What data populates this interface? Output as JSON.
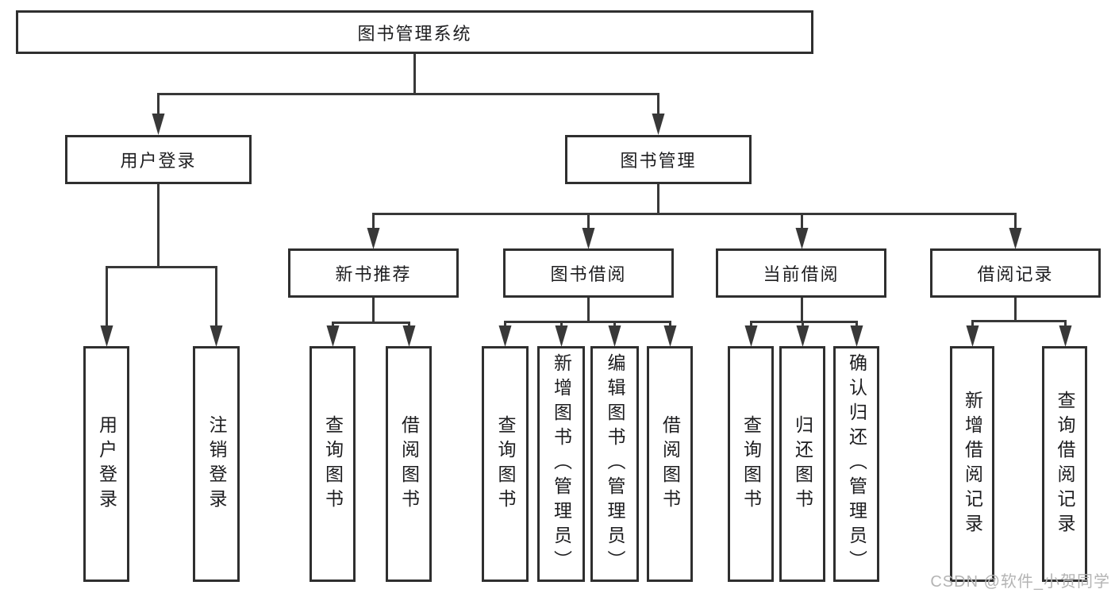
{
  "diagram": {
    "title": "图书管理系统",
    "type": "hierarchy-tree"
  },
  "tree": {
    "root": {
      "label": "图书管理系统"
    },
    "level2": [
      {
        "label": "用户登录"
      },
      {
        "label": "图书管理"
      }
    ],
    "level3": [
      {
        "label": "新书推荐",
        "parent": "图书管理"
      },
      {
        "label": "图书借阅",
        "parent": "图书管理"
      },
      {
        "label": "当前借阅",
        "parent": "图书管理"
      },
      {
        "label": "借阅记录",
        "parent": "图书管理"
      }
    ],
    "leaves": [
      {
        "label": "用户登录",
        "parent": "用户登录"
      },
      {
        "label": "注销登录",
        "parent": "用户登录"
      },
      {
        "label": "查询图书",
        "parent": "新书推荐"
      },
      {
        "label": "借阅图书",
        "parent": "新书推荐"
      },
      {
        "label": "查询图书",
        "parent": "图书借阅"
      },
      {
        "label": "新增图书（管理员）",
        "parent": "图书借阅"
      },
      {
        "label": "编辑图书（管理员）",
        "parent": "图书借阅"
      },
      {
        "label": "借阅图书",
        "parent": "图书借阅"
      },
      {
        "label": "查询图书",
        "parent": "当前借阅"
      },
      {
        "label": "归还图书",
        "parent": "当前借阅"
      },
      {
        "label": "确认归还（管理员）",
        "parent": "当前借阅"
      },
      {
        "label": "新增借阅记录",
        "parent": "借阅记录"
      },
      {
        "label": "查询借阅记录",
        "parent": "借阅记录"
      }
    ]
  },
  "watermark": {
    "text": "CSDN @软件_小贺同学",
    "color": "#b4b4b4"
  },
  "colors": {
    "background": "#ffffff",
    "box_border": "#2f2f2f",
    "connector_line": "#383838",
    "text": "#1d1d1f"
  }
}
